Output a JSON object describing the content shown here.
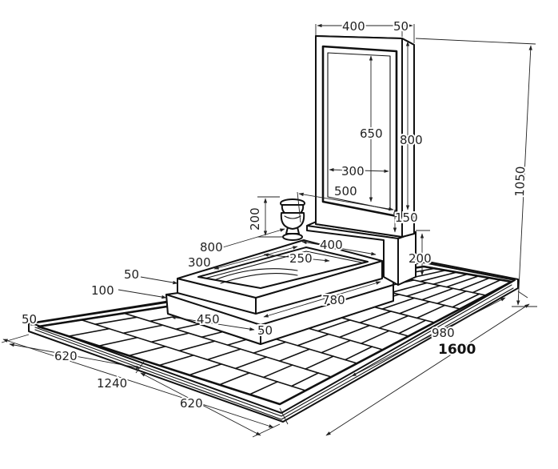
{
  "dimensions": {
    "stele_width": "400",
    "stele_thickness": "50",
    "stele_height": "800",
    "total_height": "1050",
    "frame_height": "650",
    "frame_width": "300",
    "base_width": "500",
    "base_height": "150",
    "vase_height": "200",
    "vase_offset": "800",
    "platform_width": "400",
    "platform_height": "200",
    "flower_bed_width": "250",
    "flower_bed_offset": "300",
    "border_thickness": "50",
    "border_step": "100",
    "corner_offset": "50",
    "border_length": "780",
    "lower_step": "450",
    "step_thickness": "50",
    "side_length": "980",
    "total_length": "1600",
    "front_left": "620",
    "front_total": "1240",
    "front_right": "620"
  }
}
